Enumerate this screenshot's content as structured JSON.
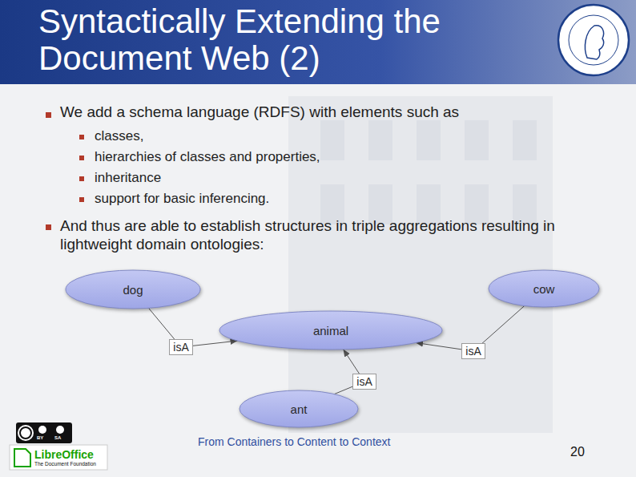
{
  "diagram": {
    "title": "Syntactically Extending the Document Web (2)",
    "nodes": [
      {
        "text": [
          "dog"
        ]
      },
      {
        "text": [
          "cow"
        ]
      },
      {
        "text": [
          "animal"
        ]
      },
      {
        "text": [
          "ant"
        ]
      }
    ],
    "edges": [
      {
        "from": 0,
        "to": 2,
        "label": "isA",
        "arrow": "to"
      },
      {
        "from": 1,
        "to": 2,
        "label": "isA",
        "arrow": "to"
      },
      {
        "from": 3,
        "to": 2,
        "label": "isA",
        "arrow": "to"
      }
    ],
    "labels": [
      "We add a schema language (RDFS) with elements such as",
      "classes,",
      "hierarchies of classes and properties,",
      "inheritance",
      "support for basic inferencing.",
      "And thus are able to establish structures in triple aggregations resulting in lightweight domain ontologies:",
      "From Containers to Content to Context",
      "20",
      "BY",
      "SA",
      "LibreOffice",
      "The Document Foundation"
    ]
  }
}
